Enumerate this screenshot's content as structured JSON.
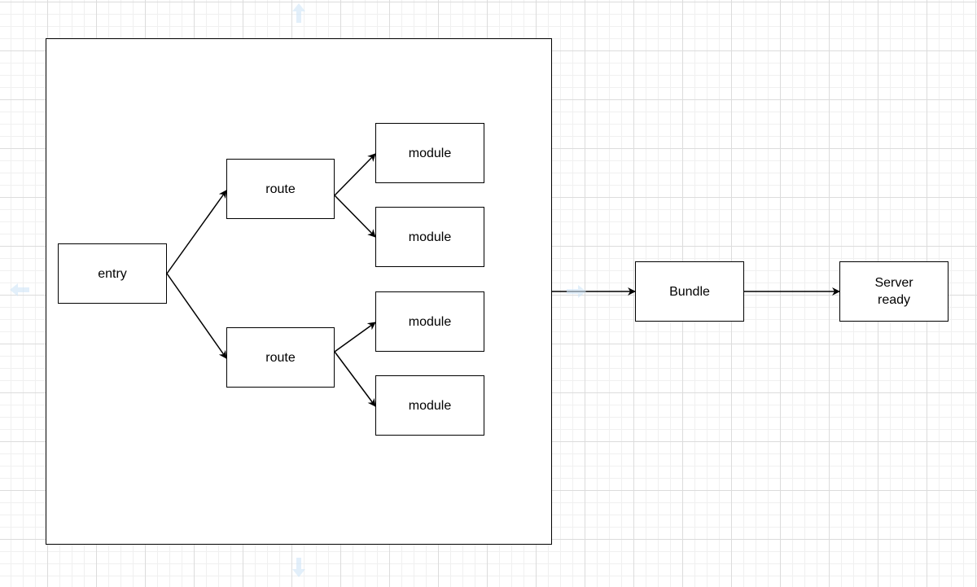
{
  "diagram": {
    "nodes": {
      "entry": "entry",
      "route_top": "route",
      "route_bottom": "route",
      "module_1": "module",
      "module_2": "module",
      "module_3": "module",
      "module_4": "module",
      "bundle": "Bundle",
      "server": "Server\nready"
    },
    "colors": {
      "stroke": "#000000",
      "fill": "#ffffff",
      "grid": "#dcdcdc",
      "hint_arrow": "#cfe6f7"
    }
  }
}
